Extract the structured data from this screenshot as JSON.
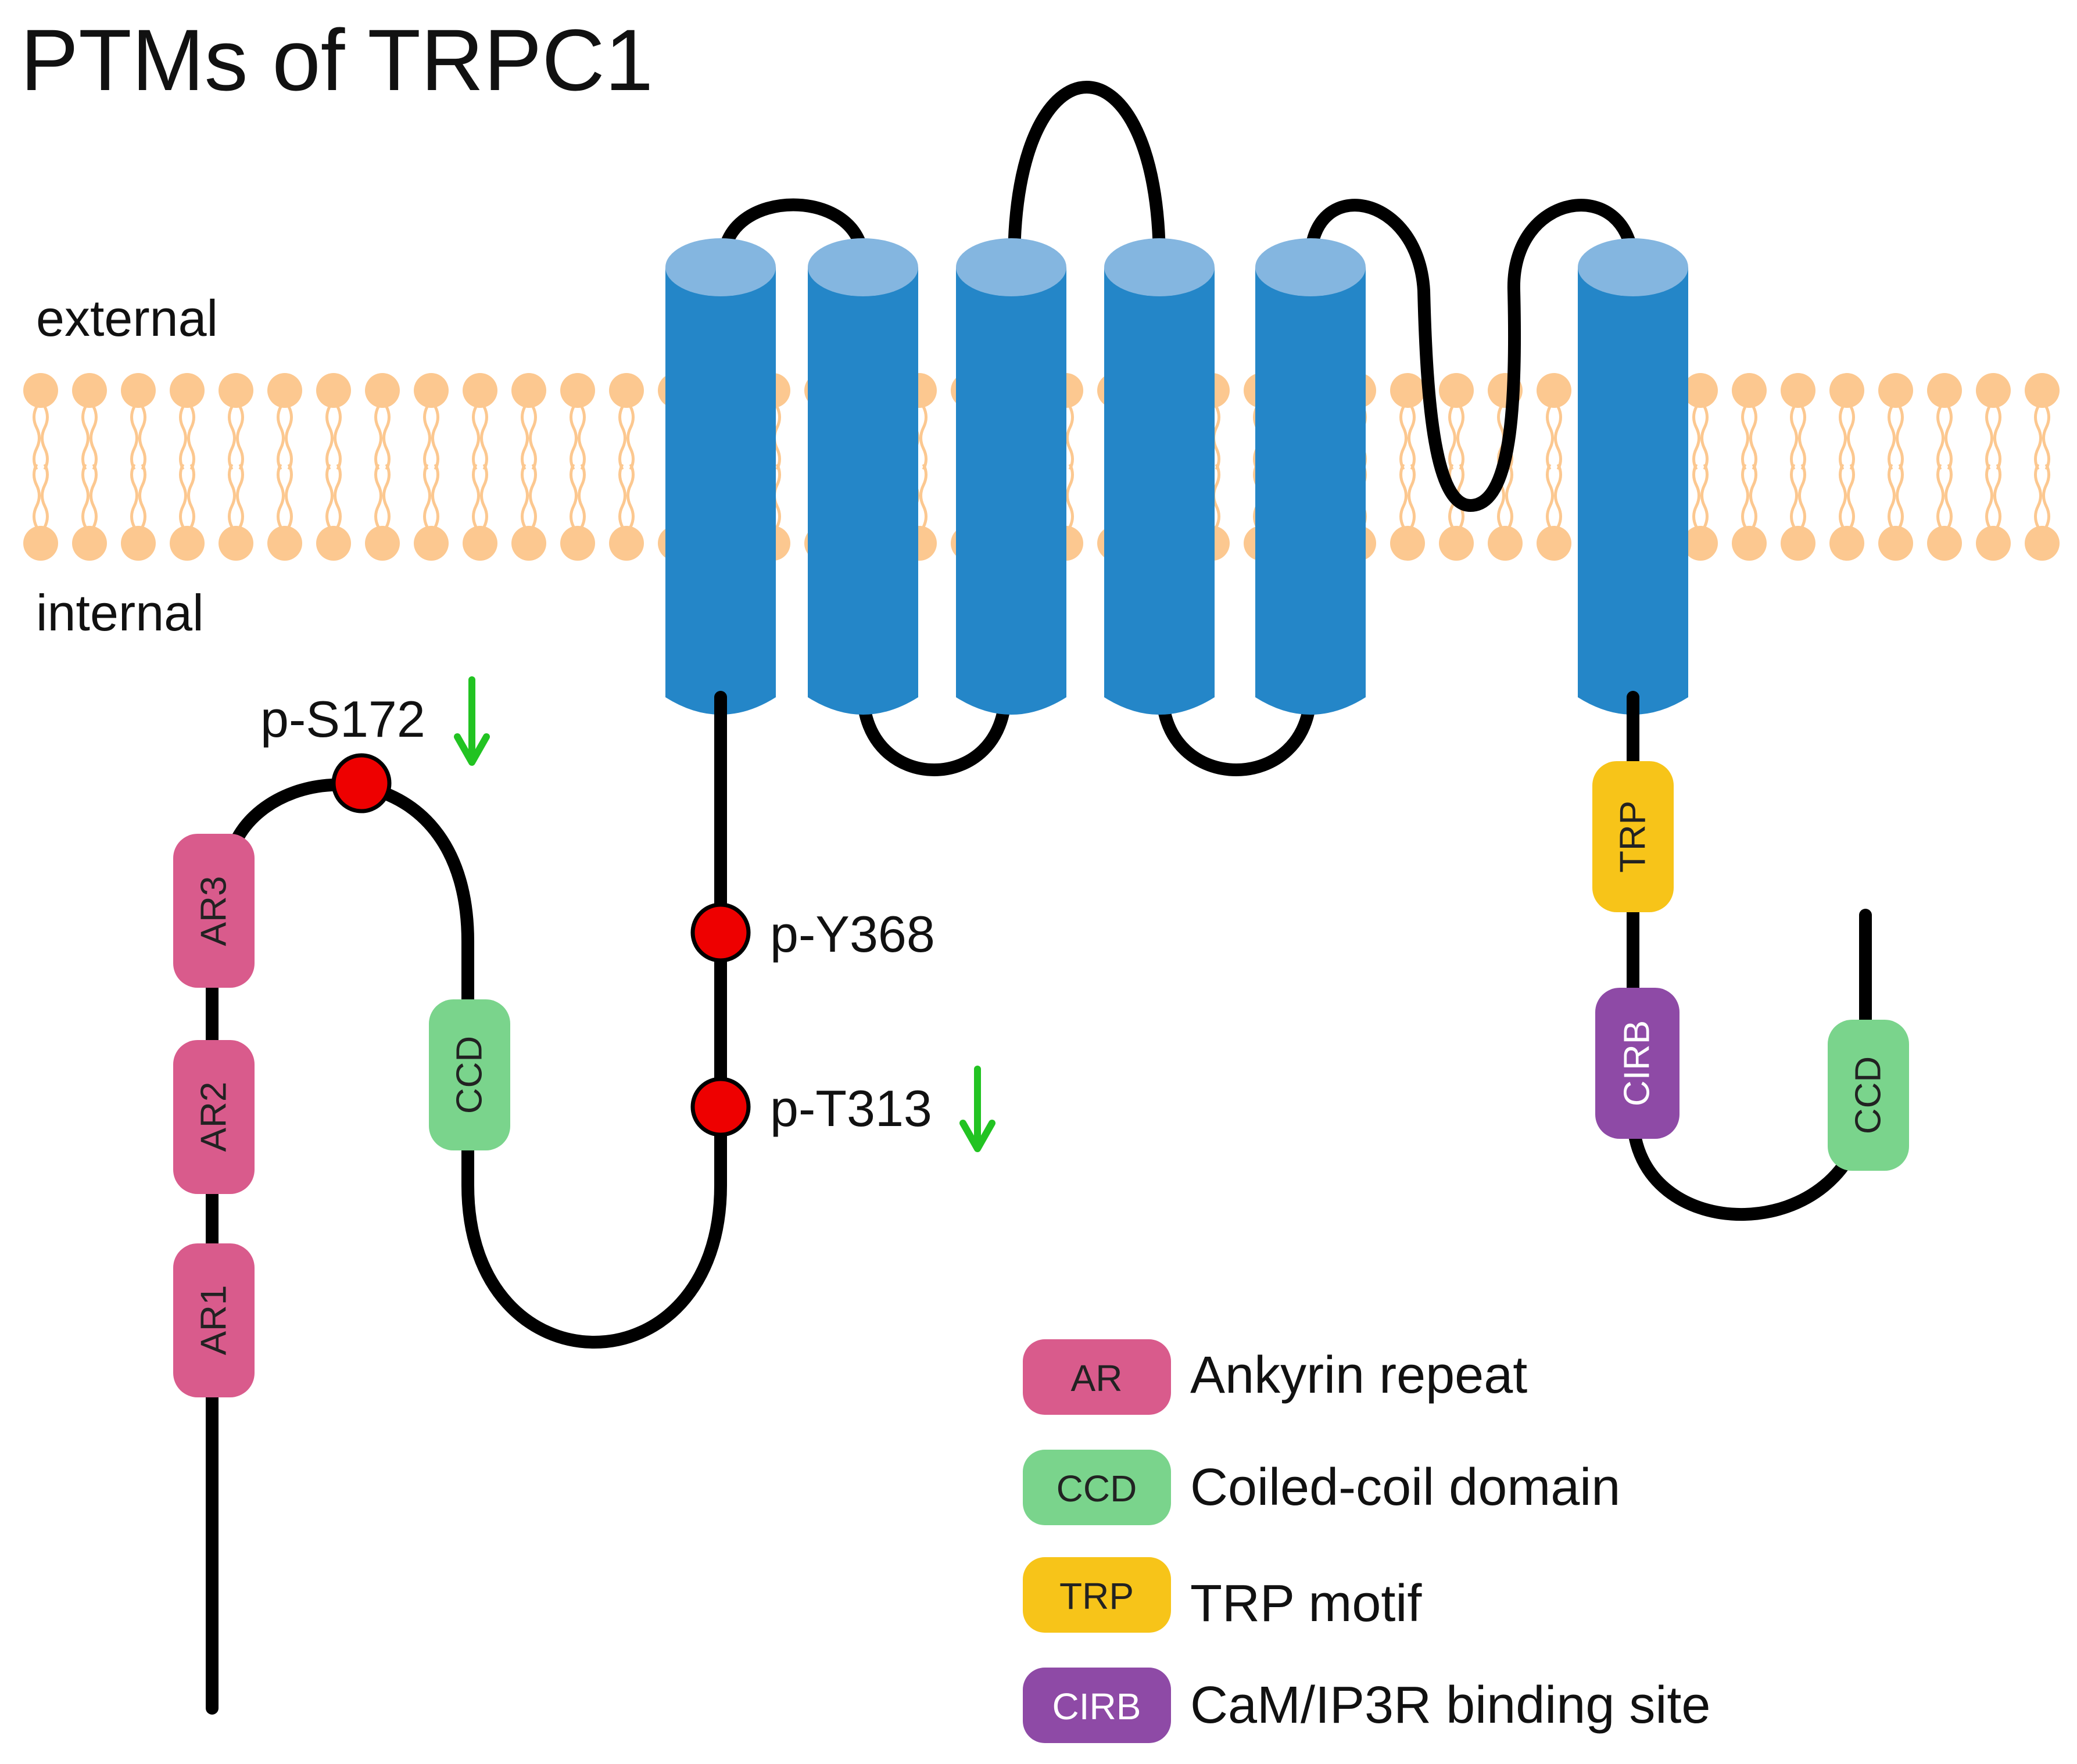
{
  "title": "PTMs of TRPC1",
  "regions": {
    "external": "external",
    "internal": "internal"
  },
  "domains": {
    "ar1": "AR1",
    "ar2": "AR2",
    "ar3": "AR3",
    "ccd_n": "CCD",
    "ccd_c": "CCD",
    "trp": "TRP",
    "cirb": "CIRB"
  },
  "sites": [
    {
      "label": "p-S172",
      "arrow": "down"
    },
    {
      "label": "p-Y368",
      "arrow": ""
    },
    {
      "label": "p-T313",
      "arrow": "down"
    }
  ],
  "legend": [
    {
      "abbr": "AR",
      "text": "Ankyrin repeat",
      "color": "#d95b8c"
    },
    {
      "abbr": "CCD",
      "text": "Coiled-coil domain",
      "color": "#7ad48c"
    },
    {
      "abbr": "TRP",
      "text": "TRP motif",
      "color": "#f7c419"
    },
    {
      "abbr": "CIRB",
      "text": "CaM/IP3R binding site",
      "color": "#8e4aa6"
    }
  ],
  "colors": {
    "membrane": "#fcc890",
    "helix": "#2486c8",
    "helix_top": "#84b6e0",
    "site": "#ee0000",
    "arrow": "#22c322",
    "chain": "#000000"
  }
}
